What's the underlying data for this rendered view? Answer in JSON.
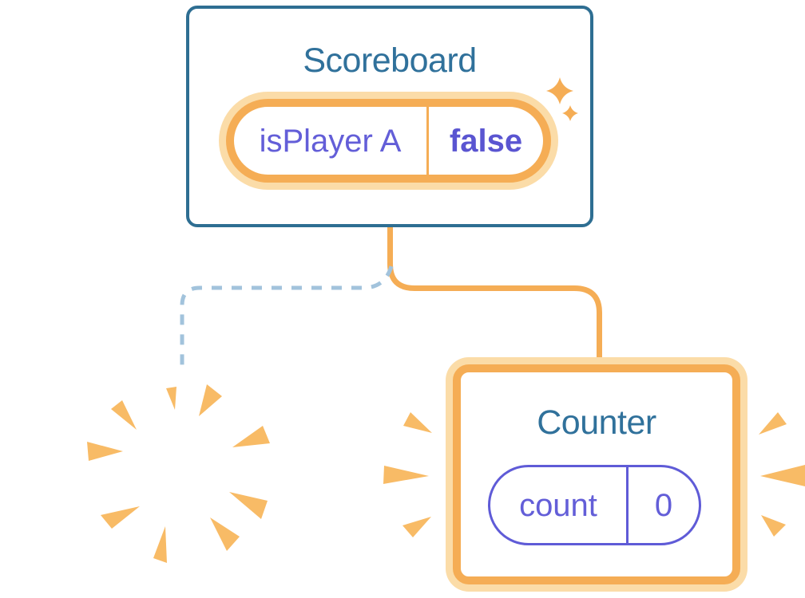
{
  "diagram": {
    "description": "Component tree state diagram: Scoreboard parent keeps state while a child Counter is destroyed and a new Counter mounts",
    "scoreboard": {
      "title": "Scoreboard",
      "state": {
        "name": "isPlayer A",
        "value": "false"
      }
    },
    "counter": {
      "title": "Counter",
      "state": {
        "name": "count",
        "value": "0"
      }
    },
    "icons": [
      "sparkle-icon",
      "destroyed-component-burst-icon",
      "emphasis-burst-icon"
    ],
    "colors": {
      "card_border_blue": "#2E6E92",
      "title_blue": "#30719B",
      "accent_orange": "#F5AD55",
      "accent_orange_light": "#FBDCA8",
      "burst_orange": "#F8BB66",
      "state_purple": "#635ED8",
      "state_purple_bold": "#5A55D1",
      "dashed_connector_blue": "#A2C3DC",
      "background": "#FFFFFF"
    }
  }
}
